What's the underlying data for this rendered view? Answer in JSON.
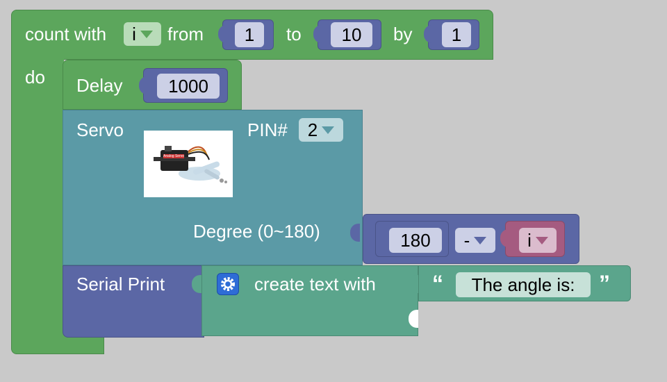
{
  "loop": {
    "count_with": "count with",
    "variable": "i",
    "from": "from",
    "from_value": "1",
    "to": "to",
    "to_value": "10",
    "by": "by",
    "by_value": "1",
    "do": "do"
  },
  "delay": {
    "label": "Delay",
    "value": "1000"
  },
  "servo": {
    "label": "Servo",
    "pin_label": "PIN#",
    "pin_value": "2",
    "degree_label": "Degree (0~180)",
    "image_icon": "servo-motor-image",
    "image_caption": "Analog Servo"
  },
  "math": {
    "left_value": "180",
    "operator": "-",
    "right_variable": "i"
  },
  "serial": {
    "label": "Serial Print",
    "create_text": "create text with",
    "quote_open": "“",
    "text_value": "The angle is:",
    "quote_close": "”",
    "gear_icon": "gear-icon"
  },
  "colors": {
    "loop": "#5ca65c",
    "delay": "#5ca65c",
    "servo": "#5b9aa6",
    "math": "#5b67a5",
    "variable": "#a55b80",
    "serial": "#5b67a5",
    "text": "#5ba58c"
  }
}
